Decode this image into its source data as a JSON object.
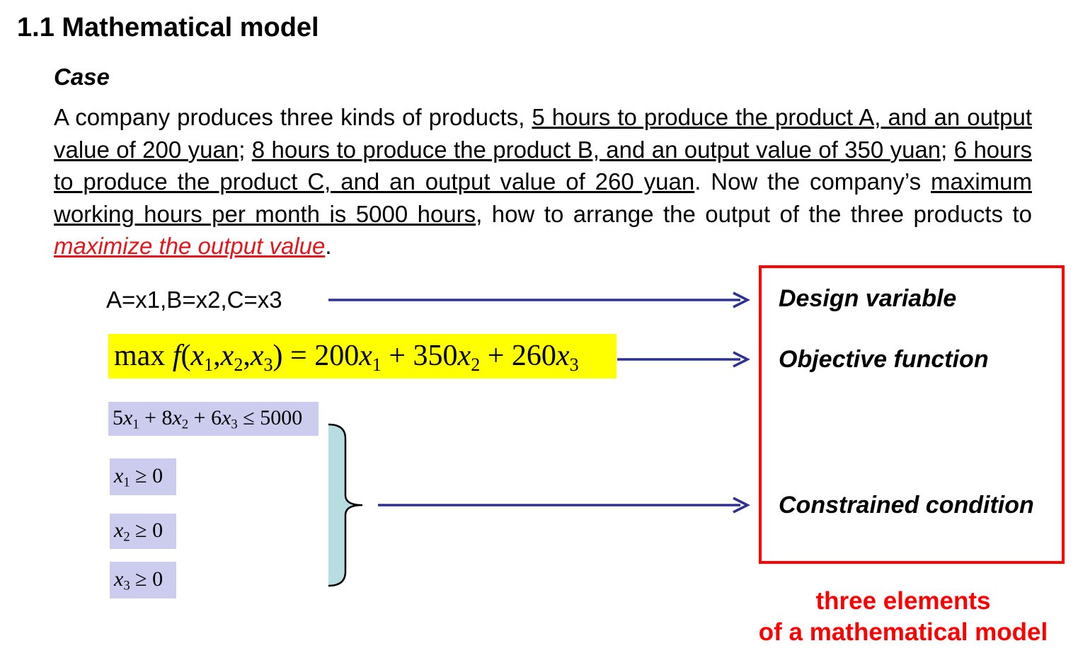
{
  "title": "1.1 Mathematical model",
  "case": {
    "heading": "Case",
    "seg1": "A company produces three kinds of products, ",
    "seg2": "5 hours to produce the product A, and an output value of 200 yuan",
    "seg3": "; ",
    "seg4": "8 hours to produce the product B, and an output value of 350 yuan",
    "seg5": "; ",
    "seg6": "6 hours to produce the product C, and an output value of 260 yuan",
    "seg7": ". Now the company’s ",
    "seg8": "maximum working hours per month is 5000 hours",
    "seg9": ", how to arrange the output of the three products to ",
    "seg10": "maximize the output value",
    "seg11": "."
  },
  "variables": "A=x1,B=x2,C=x3",
  "objective": {
    "max": "max",
    "f": "f",
    "open": "(",
    "x": "x",
    "sub1": "1",
    "sub2": "2",
    "sub3": "3",
    "comma": ",",
    "close": ")",
    "eq": "=",
    "c1": "200",
    "c2": "350",
    "c3": "260",
    "plus": "+"
  },
  "constraints": {
    "c1": {
      "a": "5",
      "b": "8",
      "c": "6",
      "le": "≤",
      "rhs": "5000"
    },
    "ge": "≥",
    "zero": "0"
  },
  "labels": {
    "design": "Design variable",
    "objective": "Objective function",
    "constraint": "Constrained condition"
  },
  "summary": {
    "line1": "three elements",
    "line2": "of a mathematical model"
  },
  "colors": {
    "arrow": "#2e3192",
    "highlight_yellow": "#ffff00",
    "constraint_bg": "#ccccee",
    "brace_fill": "#b7dde0",
    "accent_red": "#ff0000"
  }
}
